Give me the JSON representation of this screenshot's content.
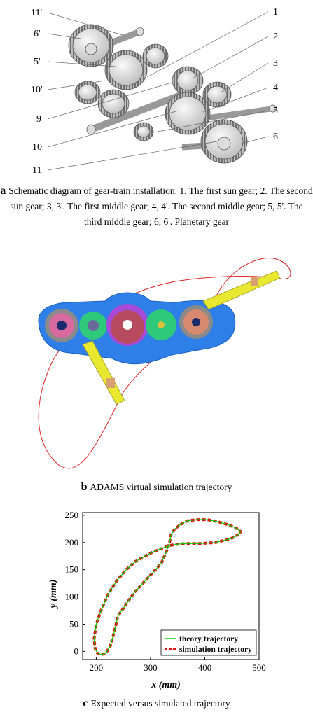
{
  "panel_a": {
    "labels_left": [
      "11'",
      "6'",
      "5'",
      "10'",
      "9",
      "10",
      "11"
    ],
    "labels_right": [
      "1",
      "2",
      "3",
      "4",
      "5",
      "6"
    ],
    "caption_letter": "a",
    "caption_text": "Schematic diagram of gear-train installation. 1. The first sun gear; 2. The second sun gear; 3, 3'. The first middle gear; 4, 4'. The second middle gear; 5, 5'. The third middle gear; 6, 6'. Planetary gear"
  },
  "panel_b": {
    "caption_letter": "b",
    "caption_text": "ADAMS virtual simulation trajectory"
  },
  "panel_c": {
    "caption_letter": "c",
    "caption_text": "Expected versus simulated trajectory"
  },
  "chart_data": {
    "type": "line",
    "title": "",
    "xlabel": "x (mm)",
    "ylabel": "y (mm)",
    "xlim": [
      175,
      500
    ],
    "ylim": [
      -15,
      255
    ],
    "xticks": [
      200,
      300,
      400,
      500
    ],
    "yticks": [
      0,
      50,
      100,
      150,
      200,
      250
    ],
    "grid": false,
    "legend_position": "bottom-right",
    "series": [
      {
        "name": "theory trajectory",
        "color": "#00d000",
        "style": "solid",
        "x": [
          463,
          448,
          420,
          390,
          368,
          350,
          338,
          328,
          318,
          305,
          290,
          272,
          255,
          238,
          222,
          210,
          200,
          196,
          198,
          202,
          210,
          218,
          226,
          233,
          240,
          270,
          300,
          320,
          330,
          335,
          338,
          345,
          355,
          368,
          385,
          405,
          425,
          445,
          460,
          466,
          463
        ],
        "y": [
          215,
          207,
          200,
          198,
          198,
          197,
          195,
          192,
          188,
          183,
          175,
          165,
          150,
          130,
          105,
          78,
          50,
          22,
          5,
          -3,
          -6,
          -3,
          10,
          35,
          65,
          108,
          140,
          162,
          185,
          200,
          215,
          225,
          233,
          240,
          242,
          242,
          238,
          232,
          225,
          220,
          215
        ]
      },
      {
        "name": "simulation trajectory",
        "color": "#e01010",
        "style": "dashed",
        "x": [
          463,
          448,
          420,
          390,
          368,
          350,
          338,
          328,
          318,
          305,
          290,
          272,
          255,
          238,
          222,
          210,
          200,
          196,
          198,
          202,
          210,
          218,
          226,
          233,
          240,
          270,
          300,
          320,
          330,
          335,
          338,
          345,
          355,
          368,
          385,
          405,
          425,
          445,
          460,
          466,
          463
        ],
        "y": [
          215,
          207,
          200,
          198,
          198,
          197,
          195,
          192,
          188,
          183,
          175,
          165,
          150,
          130,
          105,
          78,
          50,
          22,
          5,
          -3,
          -6,
          -3,
          10,
          35,
          65,
          108,
          140,
          162,
          185,
          200,
          215,
          225,
          233,
          240,
          242,
          242,
          238,
          232,
          225,
          220,
          215
        ]
      }
    ]
  }
}
